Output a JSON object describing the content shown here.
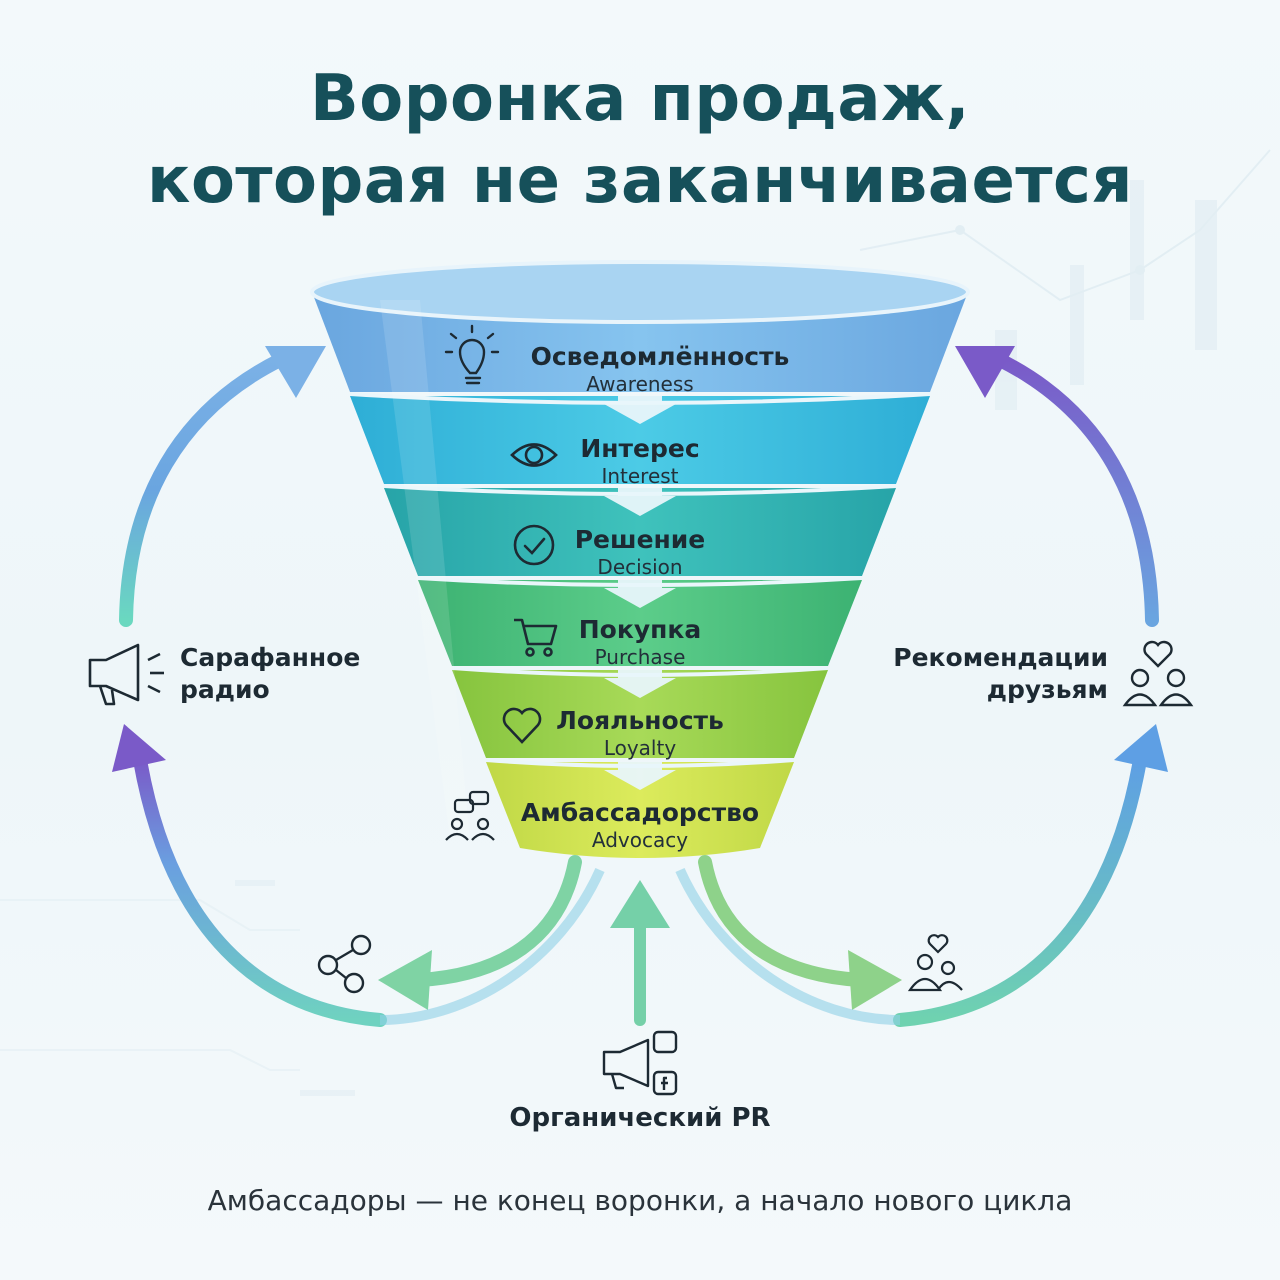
{
  "title": {
    "line1": "Воронка продаж,",
    "line2": "которая не заканчивается"
  },
  "stages": [
    {
      "ru": "Осведомлённость",
      "en": "Awareness",
      "icon": "lightbulb-icon"
    },
    {
      "ru": "Интерес",
      "en": "Interest",
      "icon": "eye-icon"
    },
    {
      "ru": "Решение",
      "en": "Decision",
      "icon": "check-circle-icon"
    },
    {
      "ru": "Покупка",
      "en": "Purchase",
      "icon": "shopping-cart-icon"
    },
    {
      "ru": "Лояльность",
      "en": "Loyalty",
      "icon": "heart-icon"
    },
    {
      "ru": "Амбассадорство",
      "en": "Advocacy",
      "icon": "people-chat-icon"
    }
  ],
  "left_label": {
    "line1": "Сарафанное",
    "line2": "радио",
    "icon": "megaphone-icon"
  },
  "right_label": {
    "line1": "Рекомендации",
    "line2": "друзьям",
    "icon": "friends-heart-icon"
  },
  "bottom_label": {
    "text": "Органический PR",
    "icon": "megaphone-social-icon"
  },
  "footer": "Амбассадоры — не конец воронки, а начало нового цикла",
  "colors": {
    "title": "#16505a",
    "band_awareness": "#74b4e6",
    "band_interest": "#3cc0de",
    "band_decision": "#33b3b0",
    "band_purchase": "#4cc17e",
    "band_loyalty": "#97d24a",
    "band_advocacy": "#cfe24a",
    "arrow_blue": "#6aa5e0",
    "arrow_purple": "#7a5ac8",
    "arrow_green": "#6fd28a"
  }
}
